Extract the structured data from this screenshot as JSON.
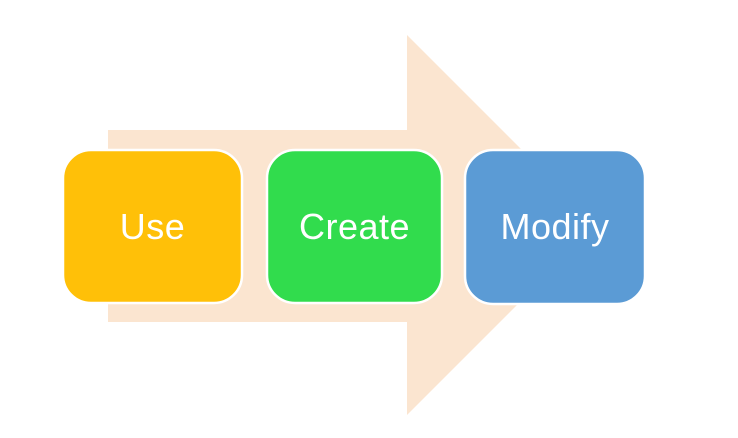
{
  "page": {
    "background_color": "#FFFFFF"
  },
  "diagram": {
    "type": "process-flow-right-arrow",
    "arrow": {
      "color": "#FBE5D0",
      "direction": "right"
    },
    "text_color": "#FFFFFF",
    "box_outline_color": "#FFFFFF",
    "steps": [
      {
        "label": "Use",
        "color": "#FFC008"
      },
      {
        "label": "Create",
        "color": "#31DC4D"
      },
      {
        "label": "Modify",
        "color": "#5B9BD5"
      }
    ]
  }
}
